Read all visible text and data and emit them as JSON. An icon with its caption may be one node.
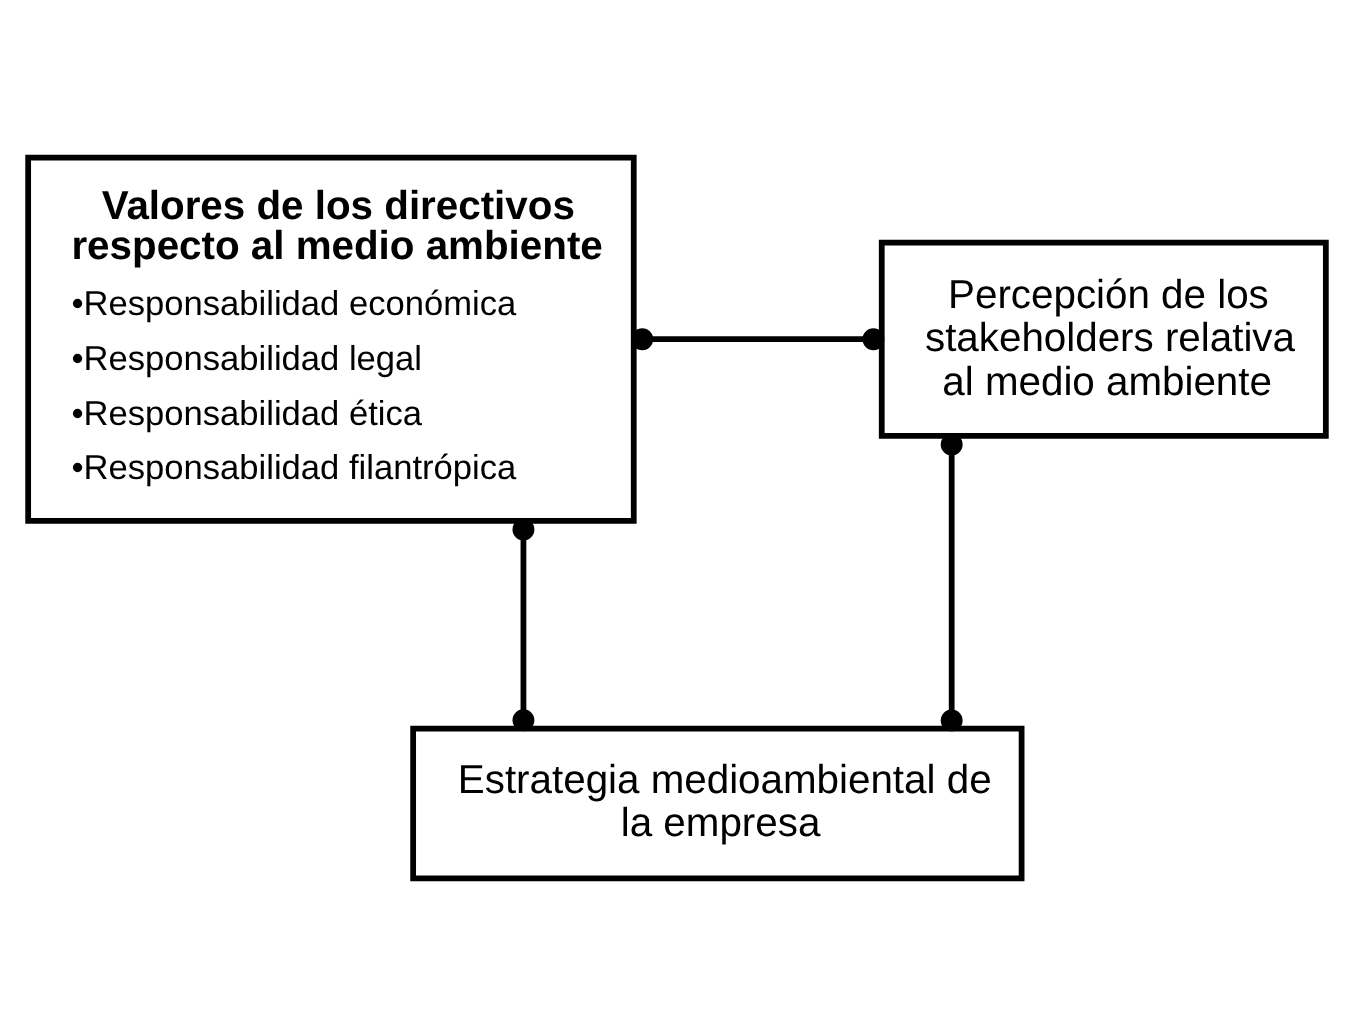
{
  "diagram": {
    "nodes": [
      {
        "text": [
          "Valores de los directivos respecto al medio ambiente",
          "•Responsabilidad económica",
          "•Responsabilidad legal",
          "•Responsabilidad ética",
          "•Responsabilidad filantrópica"
        ]
      },
      {
        "text": [
          "Percepción de los stakeholders relativa al medio ambiente"
        ]
      },
      {
        "text": [
          "Estrategia medioambiental de la empresa"
        ]
      }
    ],
    "edges": [
      {
        "from": 0,
        "to": 1,
        "arrow": "other"
      },
      {
        "from": 0,
        "to": 2,
        "arrow": "other"
      },
      {
        "from": 1,
        "to": 2,
        "arrow": "other"
      }
    ]
  }
}
